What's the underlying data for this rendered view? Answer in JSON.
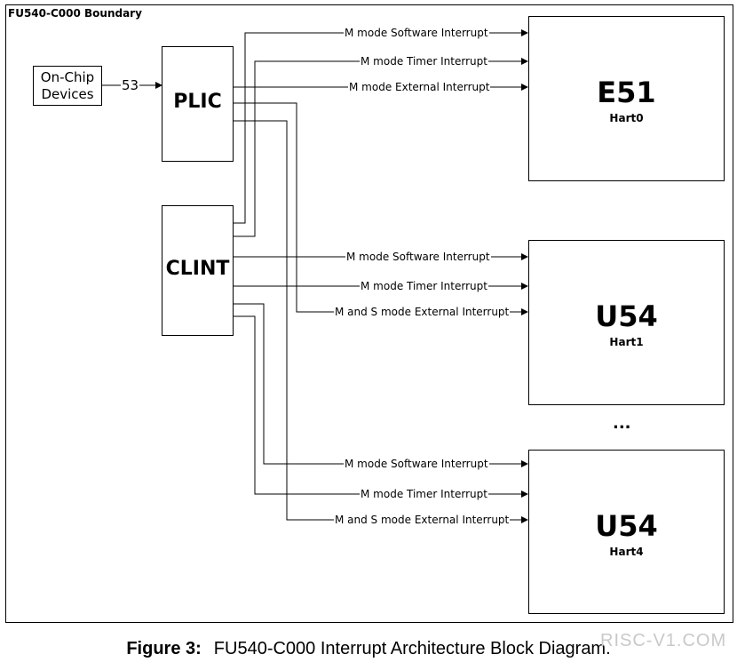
{
  "boundary_label": "FU540-C000 Boundary",
  "onchip": {
    "line1": "On-Chip",
    "line2": "Devices"
  },
  "bus_width": "53",
  "plic_label": "PLIC",
  "clint_label": "CLINT",
  "harts": [
    {
      "core": "E51",
      "hart": "Hart0"
    },
    {
      "core": "U54",
      "hart": "Hart1"
    },
    {
      "core": "U54",
      "hart": "Hart4"
    }
  ],
  "ellipsis": "...",
  "signals": {
    "hart0": [
      "M mode Software Interrupt",
      "M mode Timer Interrupt",
      "M mode External Interrupt"
    ],
    "hart1": [
      "M mode Software Interrupt",
      "M mode Timer Interrupt",
      "M and S mode External Interrupt"
    ],
    "hart4": [
      "M mode Software Interrupt",
      "M mode Timer Interrupt",
      "M and S mode External Interrupt"
    ]
  },
  "caption": {
    "figure": "Figure 3:",
    "text": "FU540-C000 Interrupt Architecture Block Diagram."
  },
  "watermark": "RISC-V1.COM"
}
